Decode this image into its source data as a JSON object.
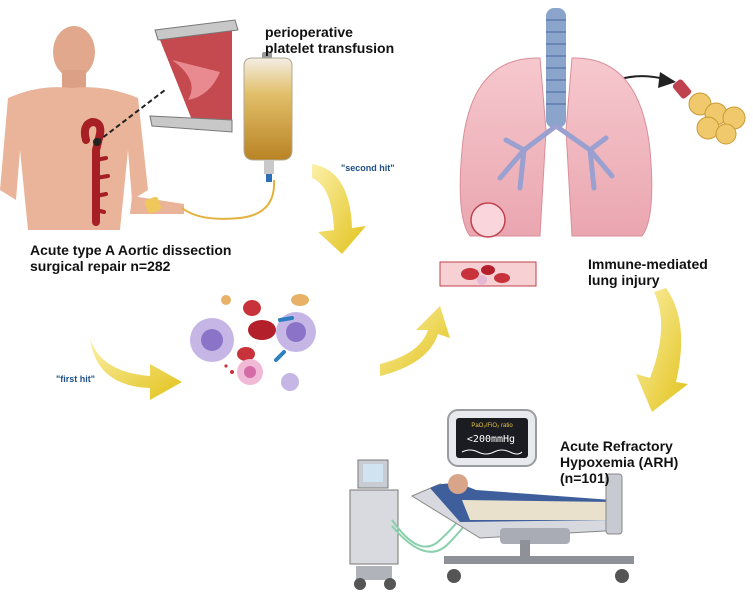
{
  "labels": {
    "transfusion": [
      "perioperative",
      "platelet transfusion"
    ],
    "surgery": [
      "Acute type A Aortic dissection",
      "surgical repair n=282"
    ],
    "lung_injury": [
      "Immune-mediated",
      "lung injury"
    ],
    "arh": [
      "Acute Refractory",
      "Hypoxemia (ARH)",
      "(n=101)"
    ],
    "second_hit": "\"second hit\"",
    "first_hit": "\"first hit\""
  },
  "monitor": {
    "title": "PaO₂/FiO₂ ratio",
    "value": "<200mmHg"
  },
  "colors": {
    "arrow_yellow": "#e8c823",
    "skin": "#e9b49a",
    "aorta": "#a51f24",
    "platelet_bag": "#c99733",
    "lung": "#f2b6bf",
    "trachea": "#8aa4cc",
    "label_blue": "#1f4f86"
  },
  "icons": [
    "patient-torso",
    "surgical-retractor-icon",
    "iv-bag-icon",
    "immune-cells-cluster",
    "lungs-icon",
    "alveoli-icon",
    "blood-vessel-icon",
    "hospital-bed-icon",
    "ventilator-icon",
    "oxygen-monitor-icon"
  ]
}
